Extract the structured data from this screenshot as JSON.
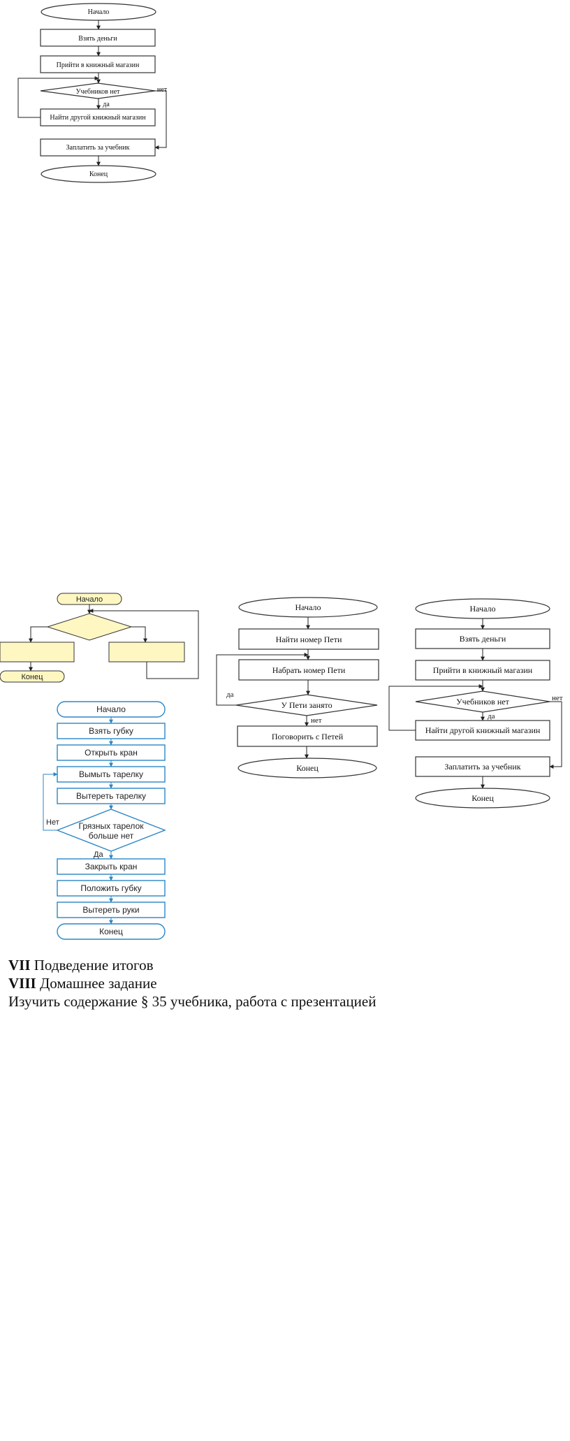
{
  "flowchart_bookstore_top": {
    "start": "Начало",
    "step1": "Взять деньги",
    "step2": "Прийти в книжный магазин",
    "decision": "Учебников нет",
    "yes_label": "да",
    "no_label": "нет",
    "loop_step": "Найти другой книжный магазин",
    "pay": "Заплатить за учебник",
    "end": "Конец"
  },
  "flowchart_template": {
    "start": "Начало",
    "end": "Конец"
  },
  "flowchart_dishes": {
    "start": "Начало",
    "steps_before": [
      "Взять губку",
      "Открыть кран"
    ],
    "loop_steps": [
      "Вымыть тарелку",
      "Вытереть тарелку"
    ],
    "decision_line1": "Грязных тарелок",
    "decision_line2": "больше нет",
    "no_label": "Нет",
    "yes_label": "Да",
    "steps_after": [
      "Закрыть кран",
      "Положить губку",
      "Вытереть руки"
    ],
    "end": "Конец"
  },
  "flowchart_petya": {
    "start": "Начало",
    "step1": "Найти номер Пети",
    "step2": "Набрать номер Пети",
    "decision": "У Пети занято",
    "yes_label": "да",
    "no_label": "нет",
    "step3": "Поговорить с Петей",
    "end": "Конец"
  },
  "flowchart_bookstore_right": {
    "start": "Начало",
    "step1": "Взять деньги",
    "step2": "Прийти в книжный магазин",
    "decision": "Учебников нет",
    "yes_label": "да",
    "no_label": "нет",
    "loop_step": "Найти другой книжный магазин",
    "pay": "Заплатить за учебник",
    "end": "Конец"
  },
  "lesson": {
    "section7_num": "VII",
    "section7_title": "Подведение итогов",
    "section8_num": "VIII",
    "section8_title": "Домашнее задание",
    "homework": "Изучить содержание § 35 учебника, работа с презентацией"
  }
}
